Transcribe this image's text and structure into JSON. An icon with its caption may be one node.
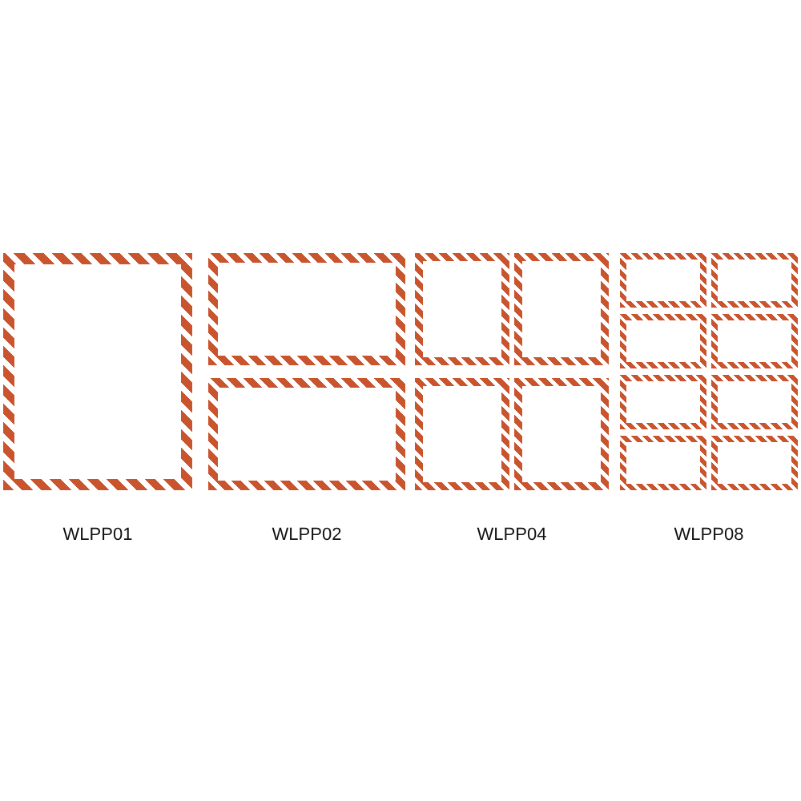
{
  "diagram": {
    "labels": [
      "WLPP01",
      "WLPP02",
      "WLPP04",
      "WLPP08"
    ]
  }
}
